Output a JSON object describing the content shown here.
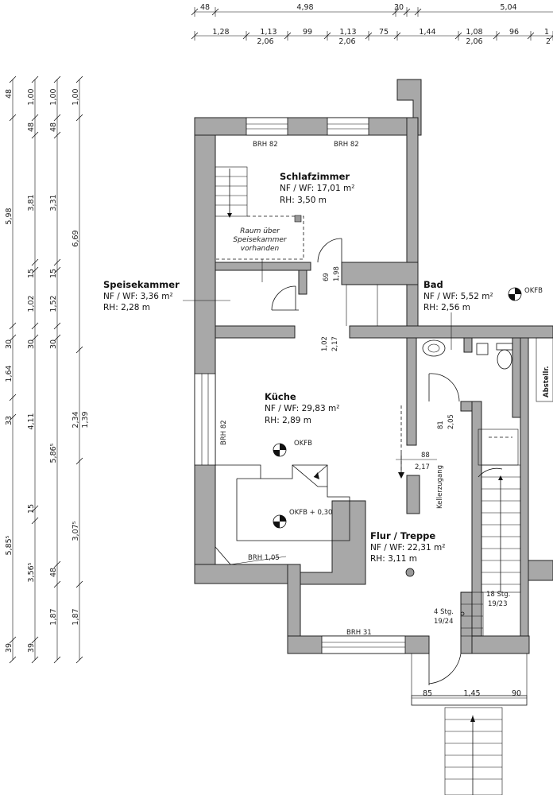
{
  "rooms": {
    "schlafzimmer": {
      "name": "Schlafzimmer",
      "area": "NF / WF: 17,01 m²",
      "height": "RH: 3,50 m"
    },
    "speisekammer": {
      "name": "Speisekammer",
      "area": "NF / WF: 3,36 m²",
      "height": "RH: 2,28 m"
    },
    "bad": {
      "name": "Bad",
      "area": "NF / WF: 5,52 m²",
      "height": "RH: 2,56 m"
    },
    "kueche": {
      "name": "Küche",
      "area": "NF / WF: 29,83 m²",
      "height": "RH: 2,89 m"
    },
    "flur": {
      "name": "Flur / Treppe",
      "area": "NF / WF: 22,31 m²",
      "height": "RH: 3,11 m"
    }
  },
  "notes": {
    "raum_ueber_1": "Raum über",
    "raum_ueber_2": "Speisekammer",
    "raum_ueber_3": "vorhanden",
    "kellerzugang": "Kellerzugang",
    "abstell": "Abstellr."
  },
  "markers": {
    "okfb": "OKFB",
    "okfb_030": "OKFB + 0,30"
  },
  "sills": {
    "brh82": "BRH 82",
    "brh105": "BRH 1,05",
    "brh31": "BRH 31"
  },
  "stairs": {
    "main_1": "18 Stg.",
    "main_2": "19/23",
    "small_1": "4 Stg.",
    "small_2": "19/24"
  },
  "top_dims_1": [
    "48",
    "4,98",
    "30",
    "5,04"
  ],
  "top_dims_2": [
    "1,28",
    "1,13",
    "99",
    "1,13",
    "75",
    "1,44",
    "1,08",
    "96",
    "1"
  ],
  "top_dims_2b": [
    "2,06",
    "2,06",
    "2,06",
    "2"
  ],
  "bottom_dims": [
    "85",
    "1,45",
    "90"
  ],
  "door_dims": {
    "d1_a": "69",
    "d1_b": "1,98",
    "d2_a": "1,02",
    "d2_b": "2,17",
    "d3_a": "81",
    "d3_b": "2,05",
    "d4_a": "88",
    "d4_b": "2,17"
  },
  "left_dims": {
    "c1": [
      "48",
      "5,98",
      "30",
      "1,64",
      "33",
      "5,85⁵",
      "39"
    ],
    "c2": [
      "1,00",
      "48",
      "3,81",
      "15",
      "1,02",
      "30",
      "4,11",
      "15",
      "3,56⁵",
      "39"
    ],
    "c3": [
      "1,00",
      "48",
      "3,31",
      "15",
      "1,52",
      "30",
      "5,86⁵",
      "48",
      "1,87"
    ],
    "c4": [
      "1,00",
      "6,69",
      "2,34",
      "1,39",
      "3,07⁵",
      "1,87"
    ]
  }
}
